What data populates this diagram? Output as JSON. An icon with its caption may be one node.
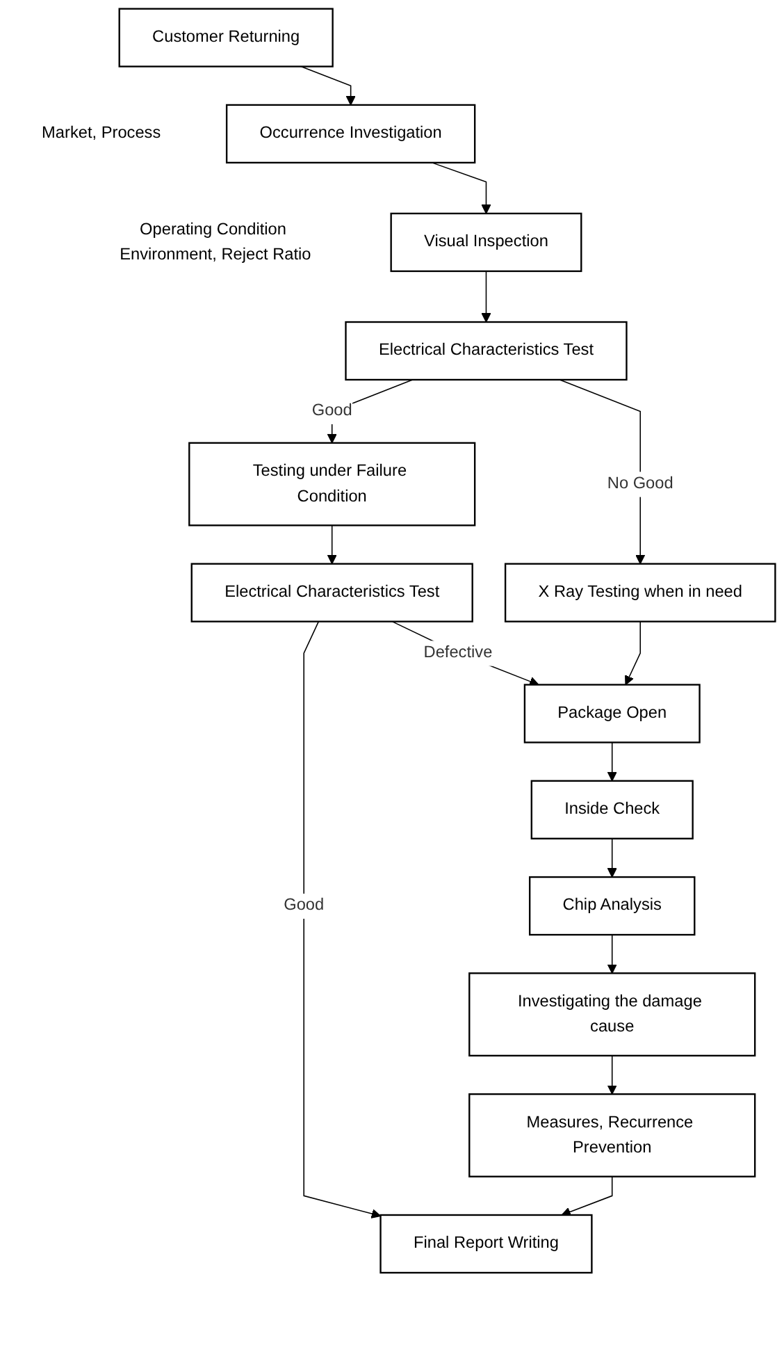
{
  "diagram": {
    "nodes": [
      {
        "text": [
          "Customer Returning"
        ],
        "beside": [
          "Market, Process"
        ]
      },
      {
        "text": [
          "Occurrence Investigation"
        ],
        "beside": [
          "Operating Condition Environment, Reject Ratio"
        ]
      },
      {
        "text": [
          "Visual Inspection"
        ]
      },
      {
        "text": [
          "Electrical Characteristics Test"
        ]
      },
      {
        "text": [
          "Testing under Failure Condition"
        ]
      },
      {
        "text": [
          "X Ray Testing when in need"
        ]
      },
      {
        "text": [
          "Electrical Characteristics Test"
        ]
      },
      {
        "text": [
          "Package Open"
        ]
      },
      {
        "text": [
          "Inside Check"
        ]
      },
      {
        "text": [
          "Chip Analysis"
        ]
      },
      {
        "text": [
          "Investigating the damage cause"
        ]
      },
      {
        "text": [
          "Measures, Recurrence Prevention"
        ]
      },
      {
        "text": [
          "Final Report Writing"
        ]
      }
    ],
    "edges": [
      {
        "from": 0,
        "to": 1,
        "arrow": "to"
      },
      {
        "from": 1,
        "to": 2,
        "arrow": "to"
      },
      {
        "from": 2,
        "to": 3,
        "arrow": "to"
      },
      {
        "from": 3,
        "to": 4,
        "arrow": "to",
        "label": "Good"
      },
      {
        "from": 3,
        "to": 5,
        "arrow": "to",
        "label": "No Good"
      },
      {
        "from": 4,
        "to": 6,
        "arrow": "to"
      },
      {
        "from": 6,
        "to": 7,
        "arrow": "to",
        "label": "Defective"
      },
      {
        "from": 5,
        "to": 7,
        "arrow": "to"
      },
      {
        "from": 6,
        "to": 12,
        "arrow": "to",
        "label": "Good"
      },
      {
        "from": 7,
        "to": 8,
        "arrow": "to"
      },
      {
        "from": 8,
        "to": 9,
        "arrow": "to"
      },
      {
        "from": 9,
        "to": 10,
        "arrow": "to"
      },
      {
        "from": 10,
        "to": 11,
        "arrow": "to"
      },
      {
        "from": 11,
        "to": 12,
        "arrow": "to"
      }
    ]
  }
}
